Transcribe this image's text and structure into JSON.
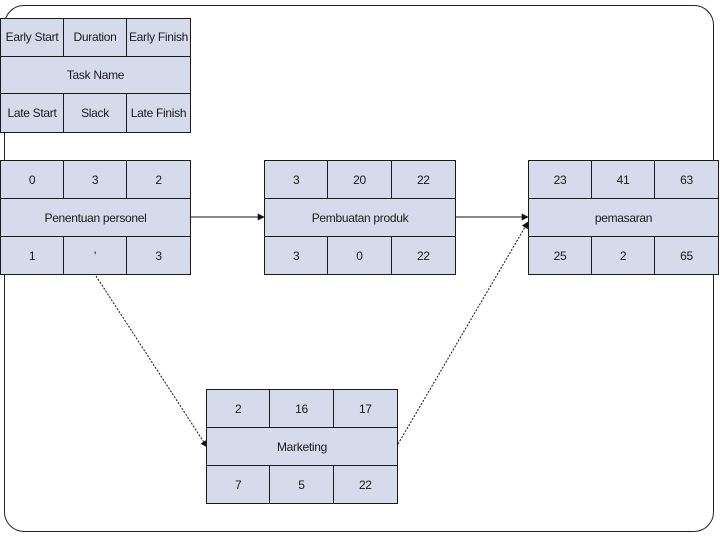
{
  "legend": {
    "top": [
      "Early Start",
      "Duration",
      "Early Finish"
    ],
    "name": "Task Name",
    "bottom": [
      "Late Start",
      "Slack",
      "Late Finish"
    ]
  },
  "nodes": {
    "penentuan": {
      "top": [
        "0",
        "3",
        "2"
      ],
      "name": "Penentuan personel",
      "bottom": [
        "1",
        "'",
        "3"
      ]
    },
    "pembuatan": {
      "top": [
        "3",
        "20",
        "22"
      ],
      "name": "Pembuatan produk",
      "bottom": [
        "3",
        "0",
        "22"
      ]
    },
    "pemasaran": {
      "top": [
        "23",
        "41",
        "63"
      ],
      "name": "pemasaran",
      "bottom": [
        "25",
        "2",
        "65"
      ]
    },
    "marketing": {
      "top": [
        "2",
        "16",
        "17"
      ],
      "name": "Marketing",
      "bottom": [
        "7",
        "5",
        "22"
      ]
    }
  }
}
